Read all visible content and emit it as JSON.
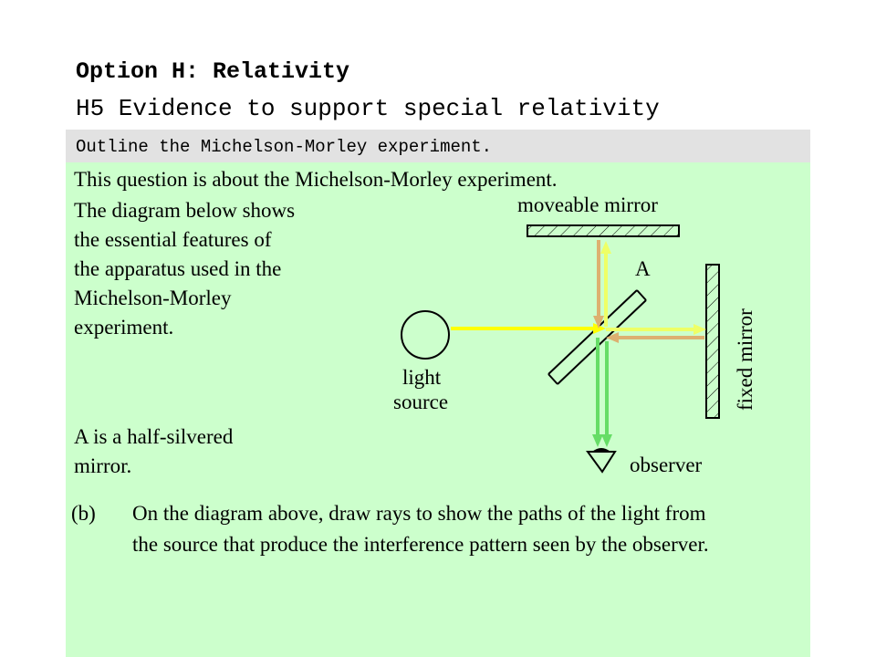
{
  "header": {
    "title": "Option H: Relativity",
    "subtitle": "H5 Evidence to support special relativity"
  },
  "prompt": "Outline the Michelson-Morley experiment.",
  "question": {
    "intro": "This question is about the Michelson-Morley experiment.",
    "paragraph_lines": [
      "The diagram below shows",
      "the essential features of",
      "the apparatus used in the",
      "Michelson-Morley",
      "experiment."
    ],
    "note_lines": [
      "A is a half-silvered",
      "mirror."
    ],
    "part_label": "(b)",
    "part_lines": [
      "On the diagram above, draw rays to show the paths of the light from",
      "the source that produce the interference pattern seen by the observer."
    ]
  },
  "diagram": {
    "moveable_mirror": "moveable mirror",
    "mirror_a": "A",
    "fixed_mirror": "fixed mirror",
    "light_source_lines": [
      "light",
      "source"
    ],
    "observer": "observer"
  },
  "colors": {
    "panel_bg": "#ccffcc",
    "prompt_bg": "#e2e2e2",
    "ray_yellow": "#ffff00",
    "ray_light_yellow": "#eeff66",
    "ray_orange": "#ddb070",
    "ray_green": "#66dd66"
  }
}
